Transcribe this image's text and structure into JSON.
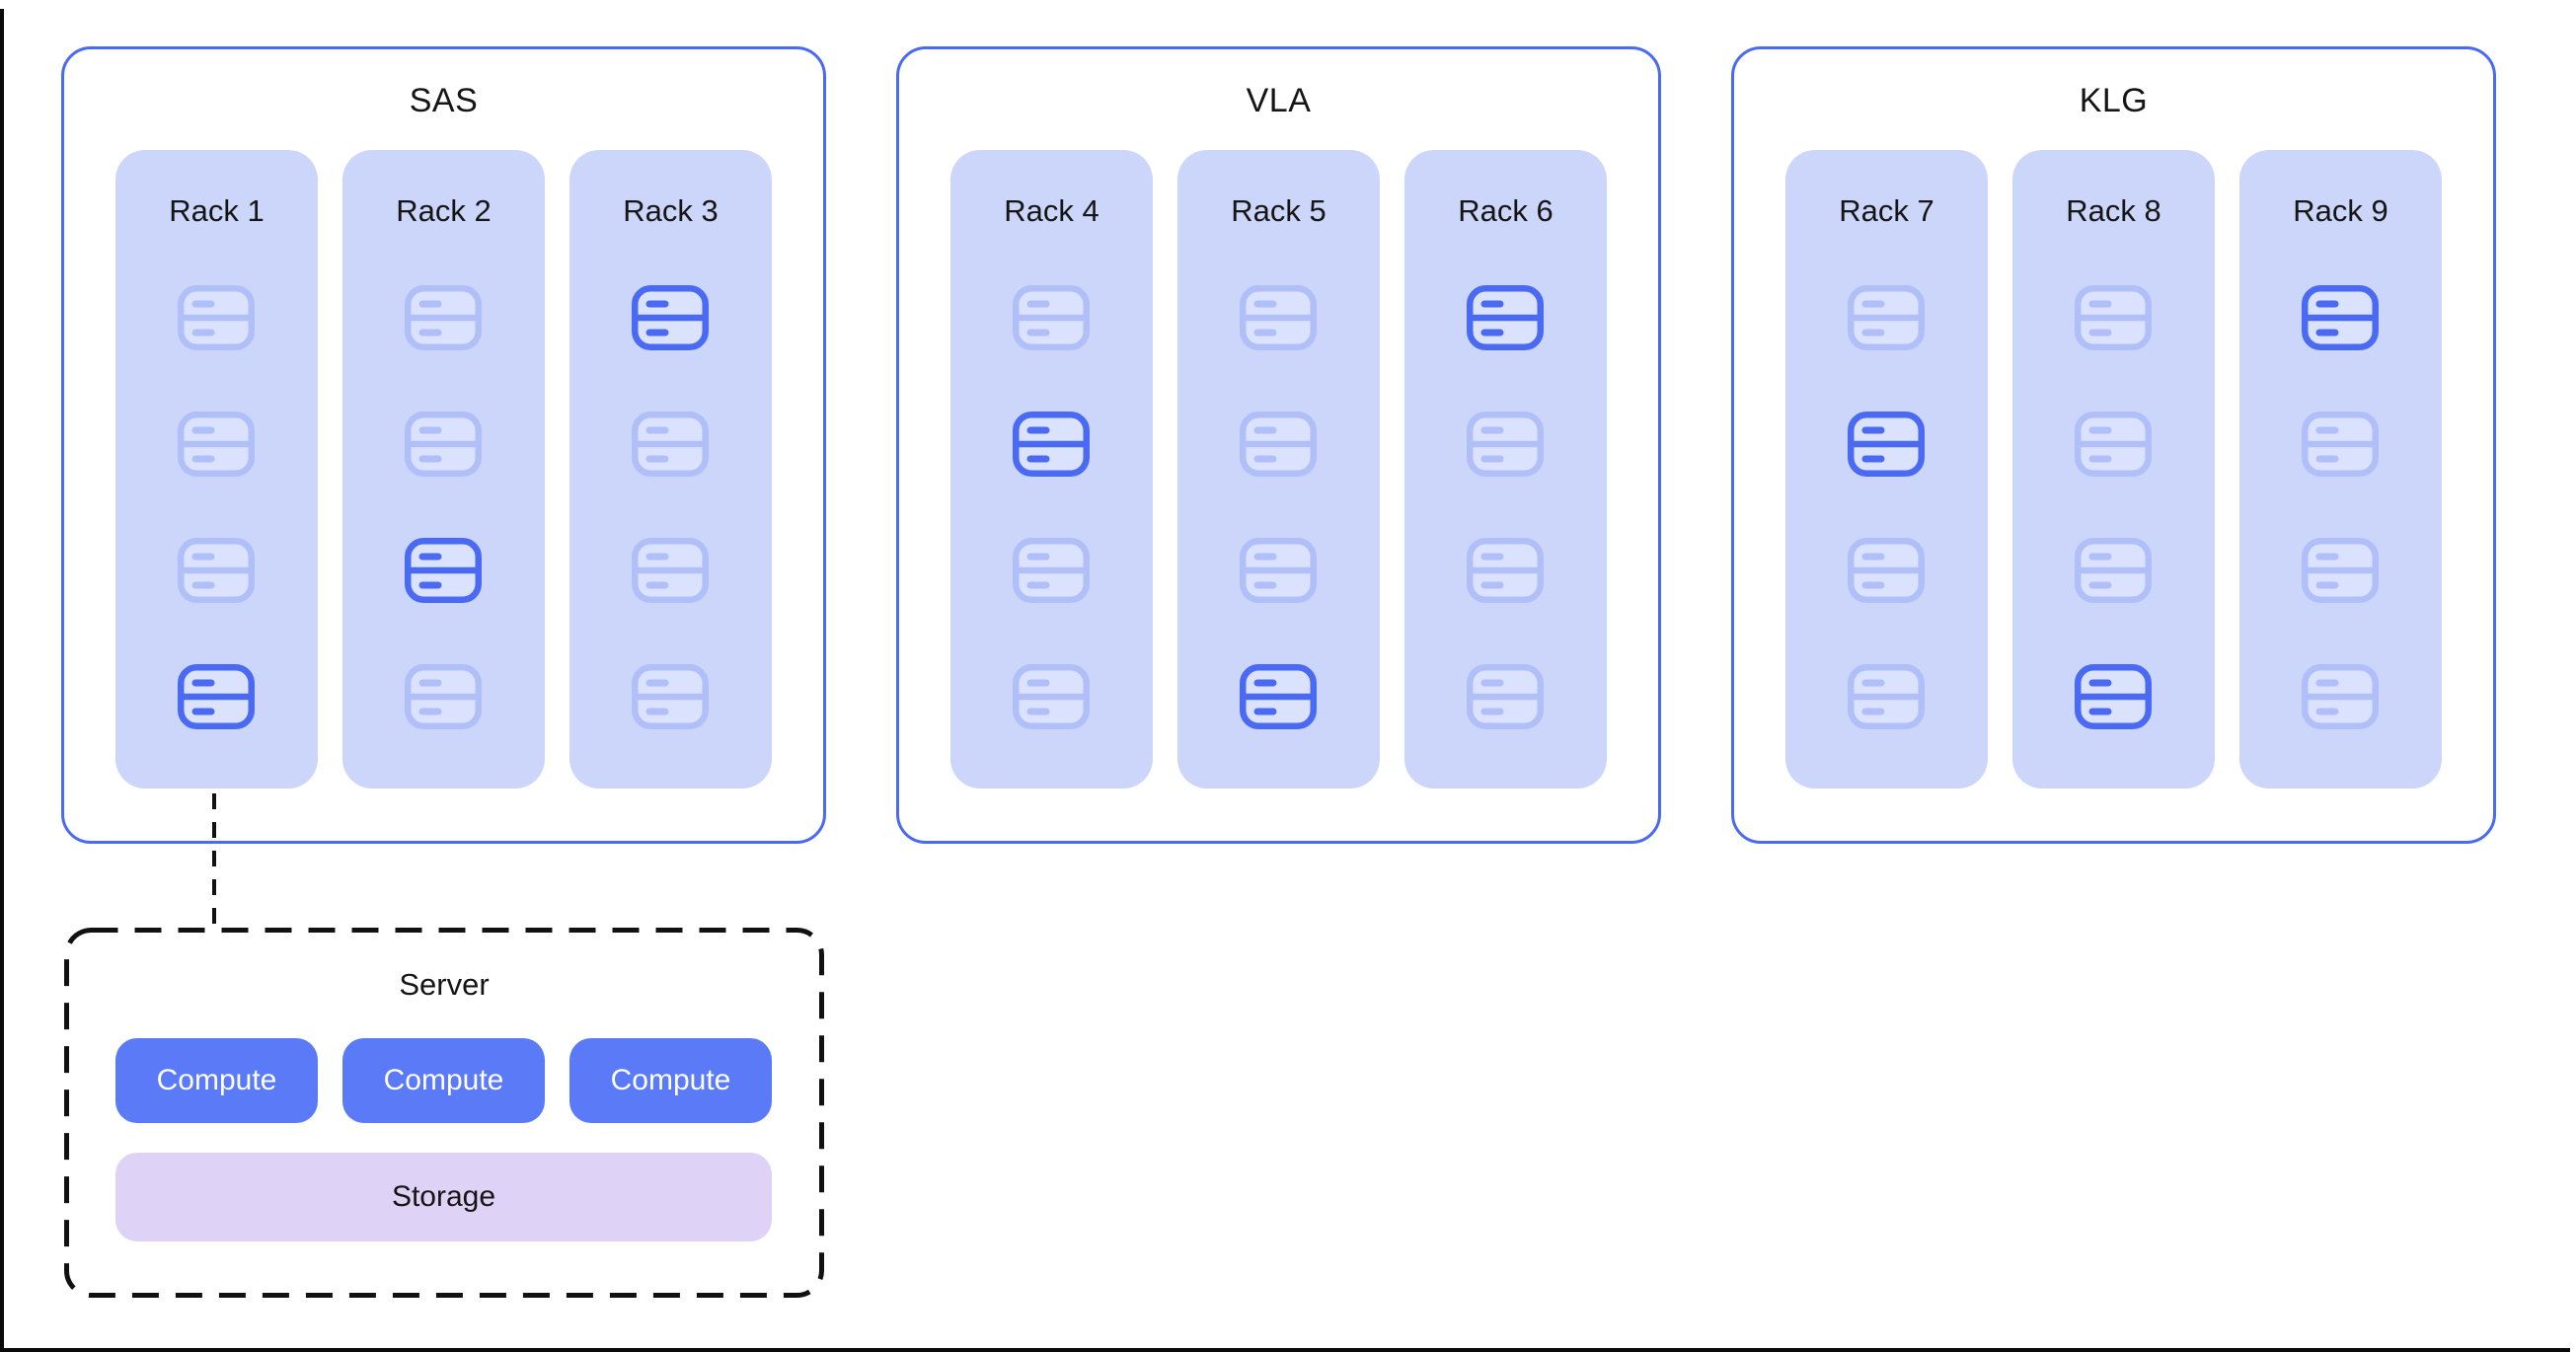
{
  "diagram": {
    "regions": [
      {
        "name": "SAS",
        "racks": [
          {
            "label": "Rack 1",
            "servers": [
              "dim",
              "dim",
              "dim",
              "active"
            ]
          },
          {
            "label": "Rack 2",
            "servers": [
              "dim",
              "dim",
              "active",
              "dim"
            ]
          },
          {
            "label": "Rack 3",
            "servers": [
              "active",
              "dim",
              "dim",
              "dim"
            ]
          }
        ]
      },
      {
        "name": "VLA",
        "racks": [
          {
            "label": "Rack 4",
            "servers": [
              "dim",
              "active",
              "dim",
              "dim"
            ]
          },
          {
            "label": "Rack 5",
            "servers": [
              "dim",
              "dim",
              "dim",
              "active"
            ]
          },
          {
            "label": "Rack 6",
            "servers": [
              "active",
              "dim",
              "dim",
              "dim"
            ]
          }
        ]
      },
      {
        "name": "KLG",
        "racks": [
          {
            "label": "Rack 7",
            "servers": [
              "dim",
              "active",
              "dim",
              "dim"
            ]
          },
          {
            "label": "Rack 8",
            "servers": [
              "dim",
              "dim",
              "dim",
              "active"
            ]
          },
          {
            "label": "Rack 9",
            "servers": [
              "active",
              "dim",
              "dim",
              "dim"
            ]
          }
        ]
      }
    ],
    "server_detail": {
      "title": "Server",
      "compute_labels": [
        "Compute",
        "Compute",
        "Compute"
      ],
      "storage_label": "Storage"
    },
    "icons": {
      "server": "server-icon"
    },
    "colors": {
      "region_border": "#4a6af3",
      "rack_bg": "#ccd6fb",
      "server_dim": "#b0bff8",
      "server_active": "#4a6af3",
      "server_fill": "#dbe2fd",
      "compute_bg": "#5b7af7",
      "compute_text": "#ffffff",
      "storage_bg": "#ded2f6",
      "connector": "#111111",
      "frame": "#0a0a0a"
    }
  }
}
